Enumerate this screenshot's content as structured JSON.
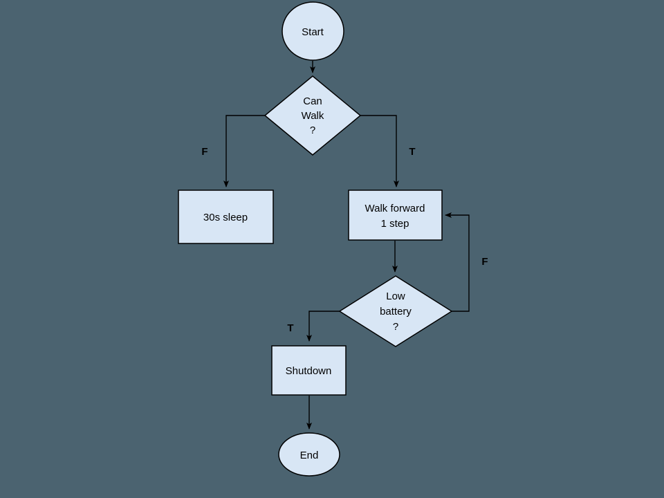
{
  "canvas": {
    "background_color": "#4B6370",
    "node_fill": "#D8E6F5",
    "node_stroke": "#000000",
    "text_color": "#000000"
  },
  "nodes": {
    "start": {
      "label": "Start"
    },
    "can_walk": {
      "lines": [
        "Can",
        "Walk",
        "?"
      ]
    },
    "sleep": {
      "label": "30s sleep"
    },
    "walk_forward": {
      "lines": [
        "Walk forward",
        "1 step"
      ]
    },
    "low_battery": {
      "lines": [
        "Low",
        "battery",
        "?"
      ]
    },
    "shutdown": {
      "label": "Shutdown"
    },
    "end": {
      "label": "End"
    }
  },
  "edge_labels": {
    "can_walk_false": "F",
    "can_walk_true": "T",
    "low_battery_false": "F",
    "low_battery_true": "T"
  }
}
